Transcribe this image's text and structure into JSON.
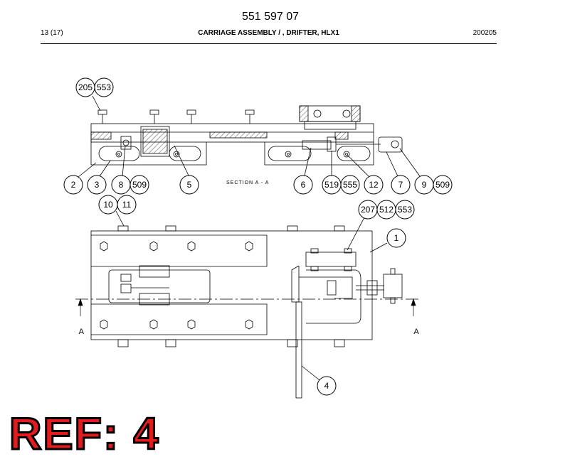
{
  "header": {
    "doc_number": "551 597 07",
    "page": "13 (17)",
    "title": "CARRIAGE ASSEMBLY / , DRIFTER, HLX1",
    "date": "200205"
  },
  "section_label": "SECTION A - A",
  "cut_labels": {
    "left": "A",
    "right": "A"
  },
  "callouts": {
    "top_left": [
      "205",
      "553"
    ],
    "row_a": [
      "2",
      "3",
      "8",
      "509",
      "5",
      "6",
      "519",
      "555",
      "12",
      "7",
      "9",
      "509"
    ],
    "mid_left": [
      "10",
      "11"
    ],
    "mid_right": [
      "207",
      "512",
      "553"
    ],
    "item_1": "1",
    "item_4": "4"
  },
  "ref_label": "REF: 4"
}
